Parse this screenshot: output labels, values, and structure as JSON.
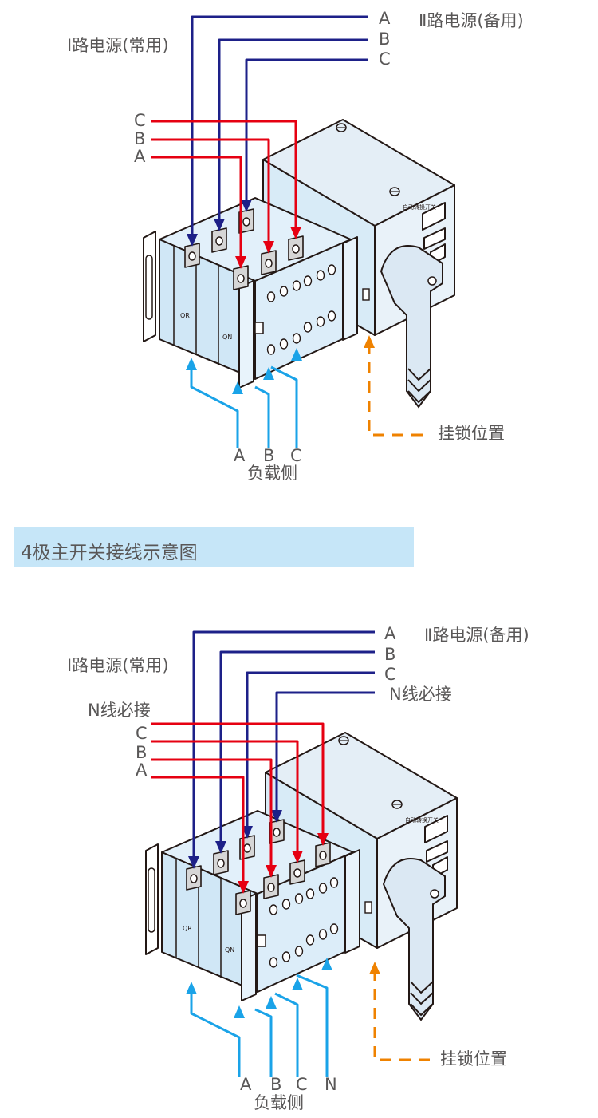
{
  "colors": {
    "source1_line": "#1d2088",
    "source2_line": "#e60012",
    "load_line": "#1aa3e8",
    "lock_line": "#ef8200",
    "banner_bg": "#c6e6f8",
    "text": "#595757",
    "body_fill": "#dbeefa",
    "outline": "#231815"
  },
  "diagram_3pole": {
    "source1_label": "Ⅰ路电源(常用)",
    "source2_label": "Ⅱ路电源(备用)",
    "source2_phases": [
      "A",
      "B",
      "C"
    ],
    "source1_phases": [
      "C",
      "B",
      "A"
    ],
    "load_phases": [
      "A",
      "B",
      "C"
    ],
    "load_label": "负载侧",
    "lock_label": "挂锁位置",
    "module_labels": [
      "QR",
      "QN"
    ]
  },
  "section_title": "4极主开关接线示意图",
  "diagram_4pole": {
    "source1_label": "Ⅰ路电源(常用)",
    "source2_label": "Ⅱ路电源(备用)",
    "source2_phases": [
      "A",
      "B",
      "C"
    ],
    "source2_n_label": "N线必接",
    "source1_n_label": "N线必接",
    "source1_phases": [
      "C",
      "B",
      "A"
    ],
    "load_phases": [
      "A",
      "B",
      "C",
      "N"
    ],
    "load_label": "负载侧",
    "lock_label": "挂锁位置",
    "module_labels": [
      "QR",
      "QN"
    ]
  }
}
